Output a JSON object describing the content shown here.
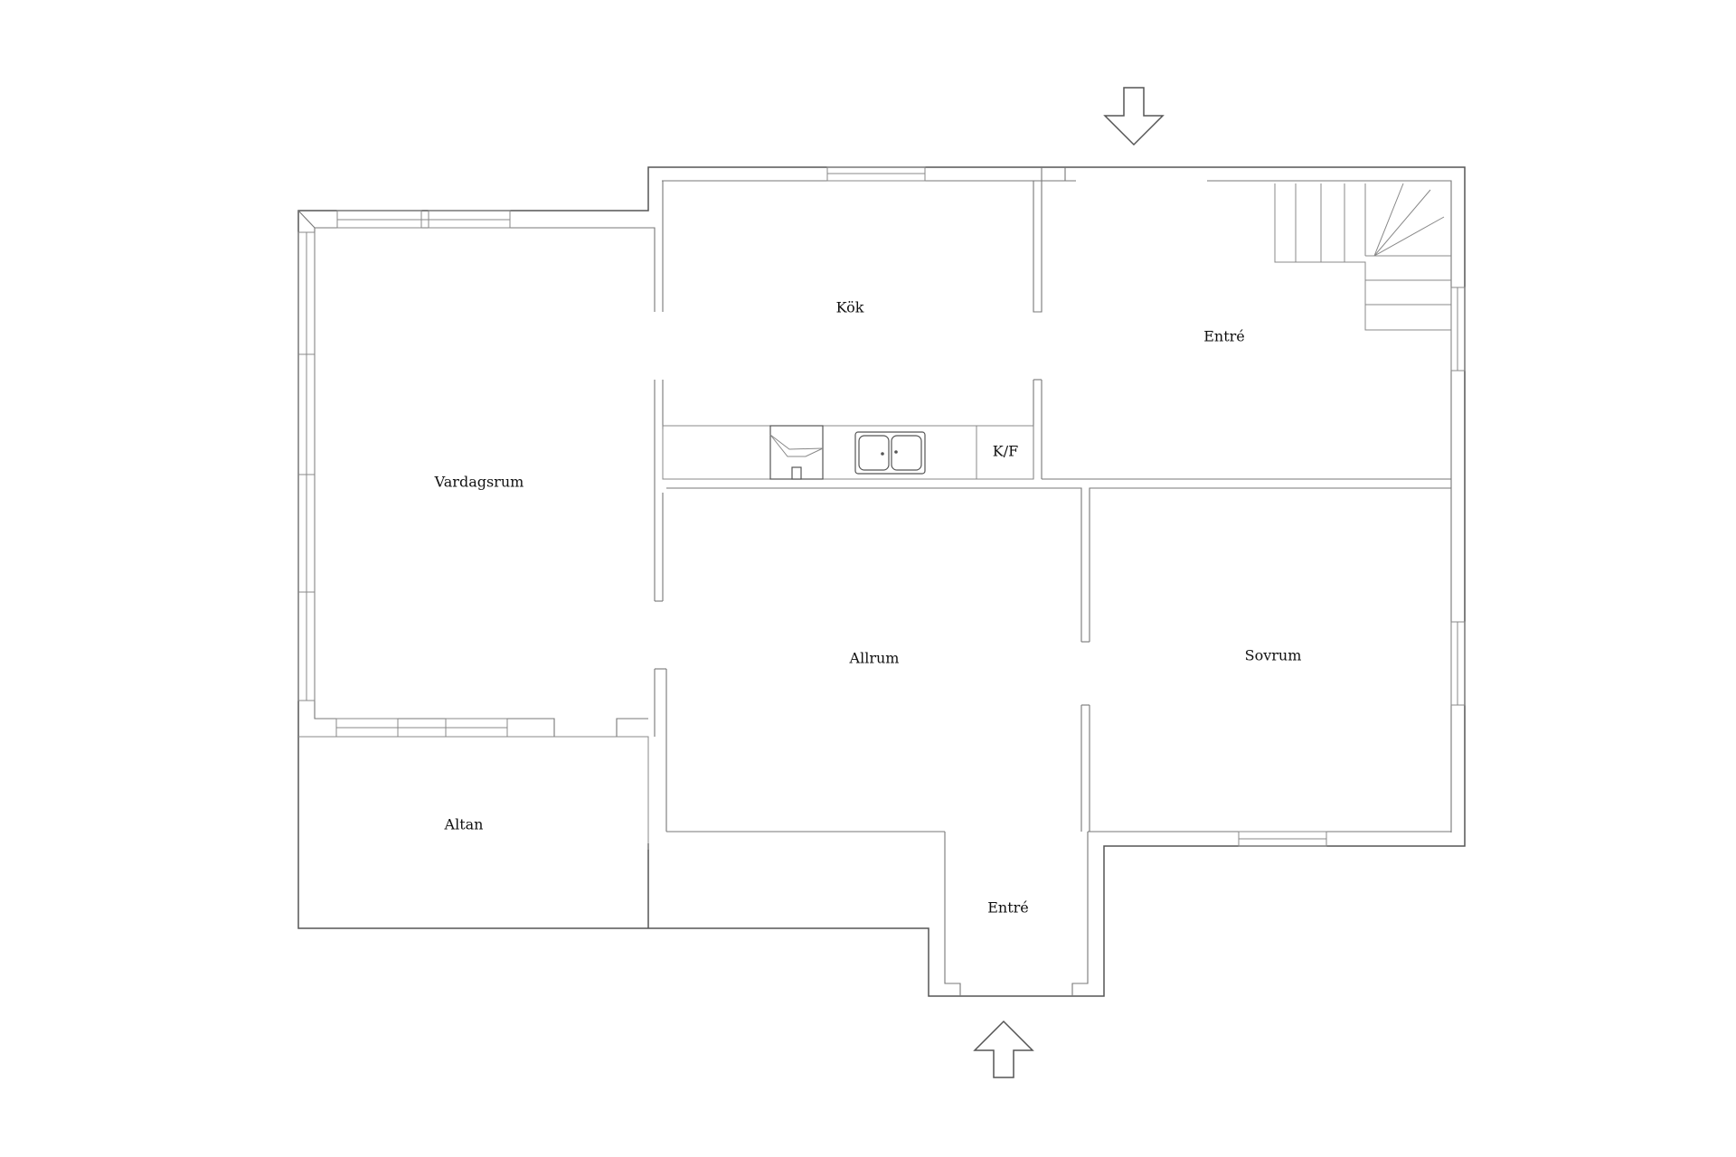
{
  "rooms": {
    "vardagsrum": "Vardagsrum",
    "kok": "Kök",
    "entre_north": "Entré",
    "allrum": "Allrum",
    "sovrum": "Sovrum",
    "altan": "Altan",
    "entre_south": "Entré",
    "kf": "K/F"
  },
  "entrances": [
    {
      "side": "north",
      "direction": "down",
      "icon": "arrow-down-icon"
    },
    {
      "side": "south",
      "direction": "up",
      "icon": "arrow-up-icon"
    }
  ]
}
